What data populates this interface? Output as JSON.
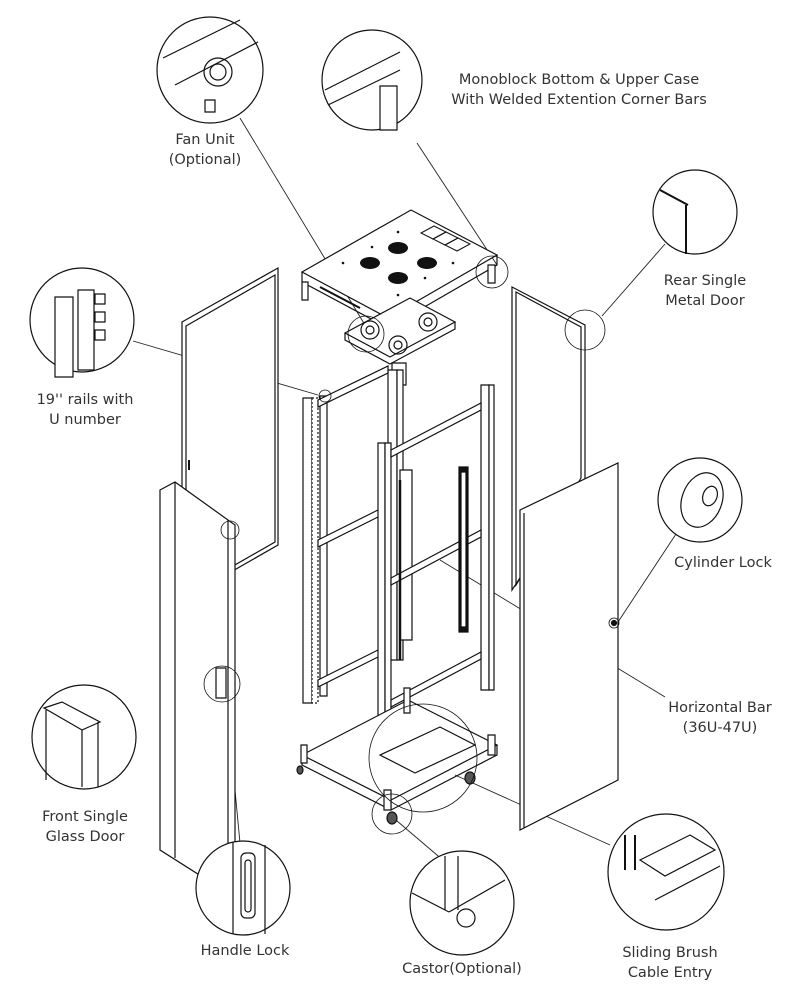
{
  "title": "Network cabinet exploded view",
  "callouts": {
    "fan_unit": {
      "line1": "Fan Unit",
      "line2": "(Optional)"
    },
    "monoblock": {
      "line1": "Monoblock Bottom & Upper Case",
      "line2": "With Welded Extention Corner Bars"
    },
    "rear_door": {
      "line1": "Rear Single",
      "line2": "Metal Door"
    },
    "rails": {
      "line1": "19'' rails with",
      "line2": "U number"
    },
    "cylinder_lock": {
      "line1": "Cylinder Lock"
    },
    "horizontal_bar": {
      "line1": "Horizontal Bar",
      "line2": "(36U-47U)"
    },
    "front_door": {
      "line1": "Front Single",
      "line2": "Glass Door"
    },
    "handle_lock": {
      "line1": "Handle Lock"
    },
    "castor": {
      "line1": "Castor(Optional)"
    },
    "brush_entry": {
      "line1": "Sliding Brush",
      "line2": "Cable Entry"
    }
  },
  "colors": {
    "line": "#111111",
    "text": "#333333",
    "background": "#ffffff"
  }
}
